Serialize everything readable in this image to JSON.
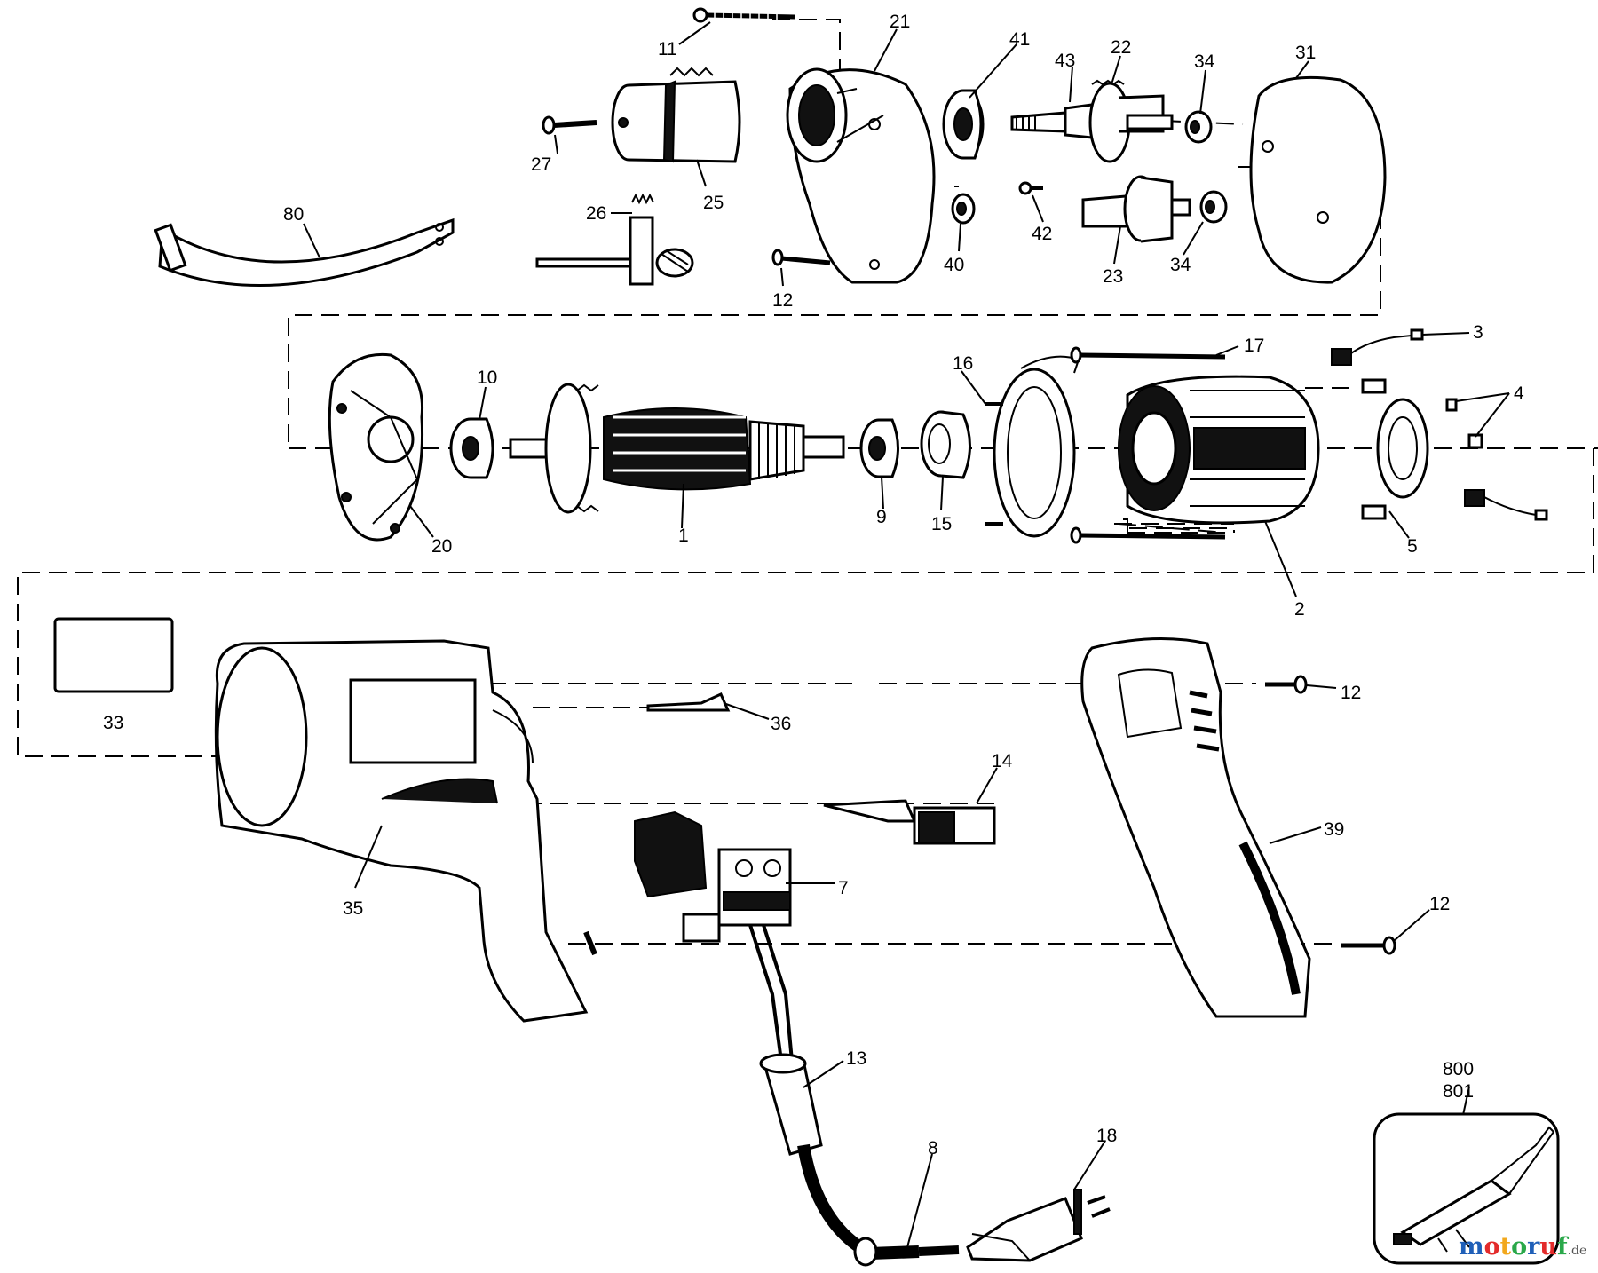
{
  "diagram": {
    "labels": [
      {
        "id": "11",
        "text": "11"
      },
      {
        "id": "21",
        "text": "21"
      },
      {
        "id": "41",
        "text": "41"
      },
      {
        "id": "43",
        "text": "43"
      },
      {
        "id": "22",
        "text": "22"
      },
      {
        "id": "34a",
        "text": "34"
      },
      {
        "id": "31",
        "text": "31"
      },
      {
        "id": "27",
        "text": "27"
      },
      {
        "id": "25",
        "text": "25"
      },
      {
        "id": "80",
        "text": "80"
      },
      {
        "id": "26",
        "text": "26"
      },
      {
        "id": "12a",
        "text": "12"
      },
      {
        "id": "40",
        "text": "40"
      },
      {
        "id": "42",
        "text": "42"
      },
      {
        "id": "23",
        "text": "23"
      },
      {
        "id": "34b",
        "text": "34"
      },
      {
        "id": "3",
        "text": "3"
      },
      {
        "id": "17",
        "text": "17"
      },
      {
        "id": "16",
        "text": "16"
      },
      {
        "id": "10",
        "text": "10"
      },
      {
        "id": "4",
        "text": "4"
      },
      {
        "id": "20",
        "text": "20"
      },
      {
        "id": "1",
        "text": "1"
      },
      {
        "id": "9",
        "text": "9"
      },
      {
        "id": "15",
        "text": "15"
      },
      {
        "id": "5",
        "text": "5"
      },
      {
        "id": "2",
        "text": "2"
      },
      {
        "id": "33",
        "text": "33"
      },
      {
        "id": "36",
        "text": "36"
      },
      {
        "id": "12b",
        "text": "12"
      },
      {
        "id": "14",
        "text": "14"
      },
      {
        "id": "39",
        "text": "39"
      },
      {
        "id": "7",
        "text": "7"
      },
      {
        "id": "35",
        "text": "35"
      },
      {
        "id": "12c",
        "text": "12"
      },
      {
        "id": "13",
        "text": "13"
      },
      {
        "id": "8",
        "text": "8"
      },
      {
        "id": "18",
        "text": "18"
      },
      {
        "id": "800",
        "text": "800"
      },
      {
        "id": "801",
        "text": "801"
      }
    ],
    "watermark": {
      "letters": [
        "m",
        "o",
        "t",
        "o",
        "r",
        "u",
        "f"
      ],
      "letter_colors": [
        "#1f5fb8",
        "#e32b2b",
        "#f2a81d",
        "#2aa84a",
        "#1f5fb8",
        "#e32b2b",
        "#2aa84a"
      ],
      "suffix": ".de"
    }
  }
}
